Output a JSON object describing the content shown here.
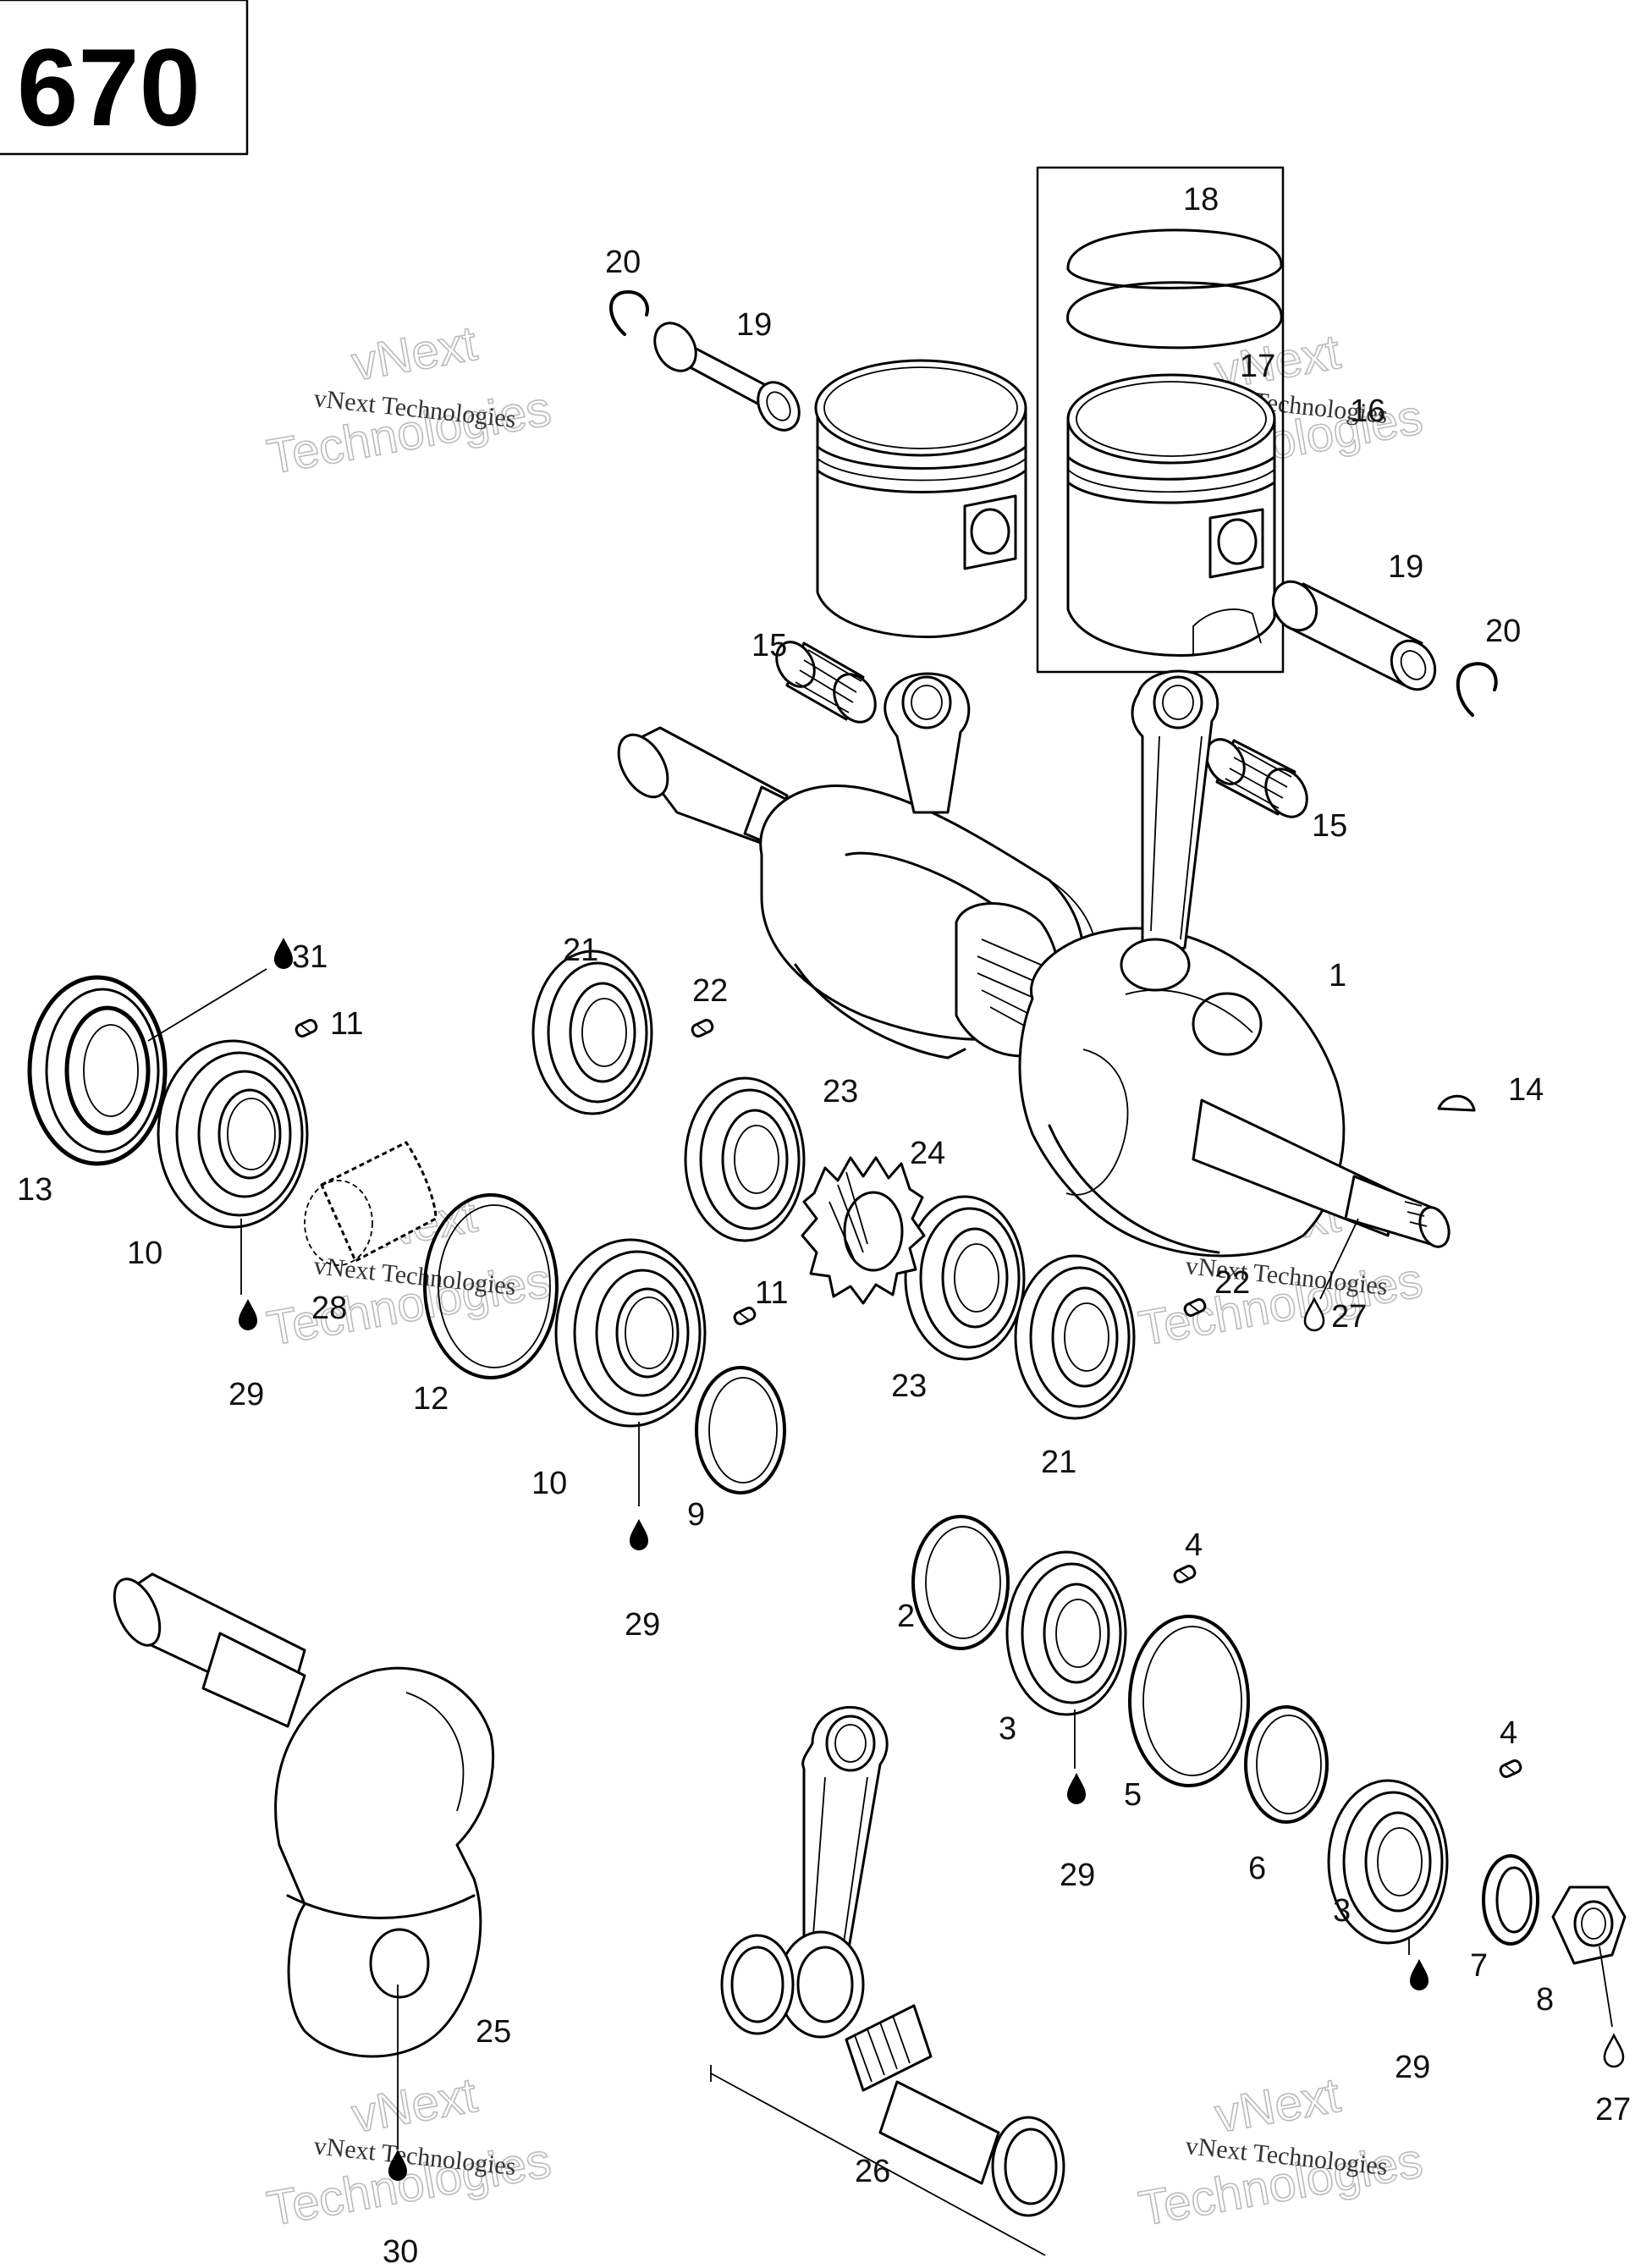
{
  "model_code": "670",
  "watermark": {
    "small": "vNext Technologies",
    "big_top": "vNext",
    "big_bottom": "Technologies"
  },
  "labels": [
    {
      "id": "l-18",
      "text": "18"
    },
    {
      "id": "l-20a",
      "text": "20"
    },
    {
      "id": "l-19a",
      "text": "19"
    },
    {
      "id": "l-17",
      "text": "17"
    },
    {
      "id": "l-16",
      "text": "16"
    },
    {
      "id": "l-19b",
      "text": "19"
    },
    {
      "id": "l-20b",
      "text": "20"
    },
    {
      "id": "l-15a",
      "text": "15"
    },
    {
      "id": "l-15b",
      "text": "15"
    },
    {
      "id": "l-31",
      "text": "31"
    },
    {
      "id": "l-21a",
      "text": "21"
    },
    {
      "id": "l-22a",
      "text": "22"
    },
    {
      "id": "l-11a",
      "text": "11"
    },
    {
      "id": "l-1",
      "text": "1"
    },
    {
      "id": "l-14",
      "text": "14"
    },
    {
      "id": "l-23a",
      "text": "23"
    },
    {
      "id": "l-24",
      "text": "24"
    },
    {
      "id": "l-13",
      "text": "13"
    },
    {
      "id": "l-10a",
      "text": "10"
    },
    {
      "id": "l-28",
      "text": "28"
    },
    {
      "id": "l-22b",
      "text": "22"
    },
    {
      "id": "l-27a",
      "text": "27"
    },
    {
      "id": "l-11b",
      "text": "11"
    },
    {
      "id": "l-29a",
      "text": "29"
    },
    {
      "id": "l-12",
      "text": "12"
    },
    {
      "id": "l-23b",
      "text": "23"
    },
    {
      "id": "l-21b",
      "text": "21"
    },
    {
      "id": "l-10b",
      "text": "10"
    },
    {
      "id": "l-9",
      "text": "9"
    },
    {
      "id": "l-29b",
      "text": "29"
    },
    {
      "id": "l-4a",
      "text": "4"
    },
    {
      "id": "l-2",
      "text": "2"
    },
    {
      "id": "l-3a",
      "text": "3"
    },
    {
      "id": "l-5",
      "text": "5"
    },
    {
      "id": "l-29c",
      "text": "29"
    },
    {
      "id": "l-4b",
      "text": "4"
    },
    {
      "id": "l-6",
      "text": "6"
    },
    {
      "id": "l-3b",
      "text": "3"
    },
    {
      "id": "l-7",
      "text": "7"
    },
    {
      "id": "l-25",
      "text": "25"
    },
    {
      "id": "l-8",
      "text": "8"
    },
    {
      "id": "l-29d",
      "text": "29"
    },
    {
      "id": "l-27b",
      "text": "27"
    },
    {
      "id": "l-26",
      "text": "26"
    },
    {
      "id": "l-30",
      "text": "30"
    }
  ]
}
